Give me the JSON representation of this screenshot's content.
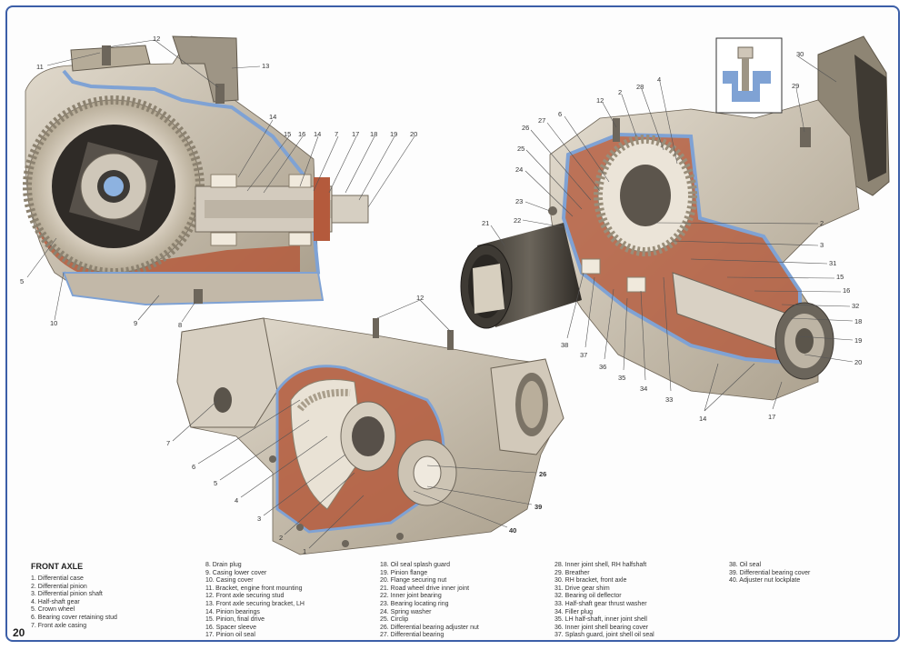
{
  "page": {
    "number": "20"
  },
  "legend": {
    "title": "FRONT AXLE",
    "columns": [
      [
        "1. Differential case",
        "2. Differential pinion",
        "3. Differential pinion shaft",
        "4. Half-shaft gear",
        "5. Crown wheel",
        "6. Bearing cover retaining stud",
        "7. Front axle casing"
      ],
      [
        "8. Drain plug",
        "9. Casing lower cover",
        "10. Casing cover",
        "11. Bracket, engine front mounting",
        "12. Front axle securing stud",
        "13. Front axle securing bracket, LH",
        "14. Pinion bearings",
        "15. Pinion, final drive",
        "16. Spacer sleeve",
        "17. Pinion oil seal"
      ],
      [
        "18. Oil seal splash guard",
        "19. Pinion flange",
        "20. Flange securing nut",
        "21. Road wheel drive inner joint",
        "22. Inner joint bearing",
        "23. Bearing locating ring",
        "24. Spring washer",
        "25. Circlip",
        "26. Differential bearing adjuster nut",
        "27. Differential bearing"
      ],
      [
        "28. Inner joint shell, RH halfshaft",
        "29. Breather",
        "30. RH bracket, front axle",
        "31. Drive gear shim",
        "32. Bearing oil deflector",
        "33. Half-shaft gear thrust washer",
        "34. Filler plug",
        "35. LH half-shaft, inner joint shell",
        "36. Inner joint shell bearing cover",
        "37. Splash guard, joint shell oil seal"
      ],
      [
        "38. Oil seal",
        "39. Differential bearing cover",
        "40. Adjuster nut lockplate"
      ]
    ]
  },
  "callouts": {
    "left": [
      "11",
      "12",
      "13",
      "14",
      "15",
      "16",
      "14",
      "7",
      "17",
      "18",
      "19",
      "20",
      "5",
      "10",
      "9",
      "8"
    ],
    "bottom": [
      "12",
      "7",
      "6",
      "5",
      "4",
      "3",
      "2",
      "1",
      "26",
      "39",
      "40"
    ],
    "right": [
      "30",
      "29",
      "12",
      "2",
      "28",
      "4",
      "26",
      "27",
      "6",
      "25",
      "24",
      "23",
      "22",
      "21",
      "2",
      "3",
      "31",
      "15",
      "16",
      "32",
      "18",
      "19",
      "20",
      "38",
      "37",
      "36",
      "35",
      "34",
      "33",
      "14",
      "17"
    ]
  },
  "colors": {
    "frame": "#3c5fa8",
    "casing": "#cfc6b8",
    "casing_dark": "#a89c8a",
    "cutaway": "#8aa9d6",
    "oil": "#b45a3c",
    "gear": "#e6dfd2"
  }
}
